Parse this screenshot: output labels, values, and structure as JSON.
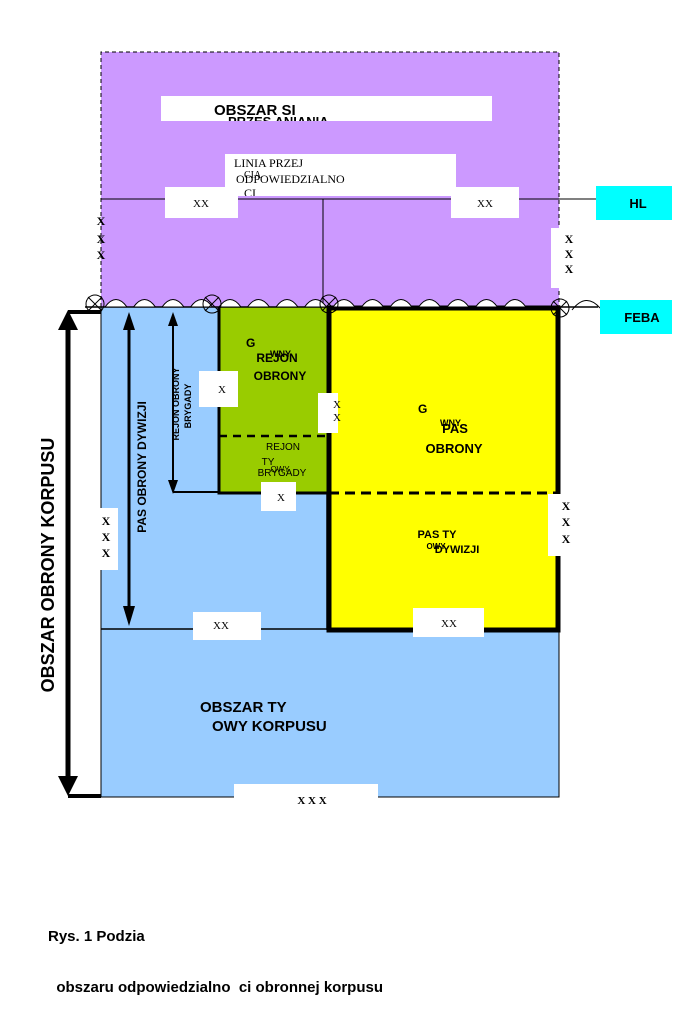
{
  "labels": {
    "top_area_1": "OBSZAR SI",
    "top_area_2": "PRZES  ANIANIA",
    "line_box_1": "LINIA PRZEJ",
    "line_box_1b": "CIA",
    "line_box_2": "ODPOWIEDZIALNO",
    "line_box_3": "CI",
    "hl": "HL",
    "feba": "FEBA",
    "xx": "XX",
    "x": "X",
    "xxx": "X X X",
    "x_letter": "X",
    "corps_side": "OBSZAR  OBRONY  KORPUSU",
    "div_belt": "PAS OBRONY DYWIZJI",
    "brig_area_v1": "REJON OBRONY",
    "brig_area_v2": "BRYGADY",
    "g_brig": "G",
    "g_brig_suffix": "WNY",
    "brig_def_1": "REJON",
    "brig_def_2": "OBRONY",
    "brig_rear_1": "REJON",
    "brig_rear_2": "TY",
    "brig_rear_3": "BRYGADY",
    "brig_rear_3b": "OWY",
    "g_div": "G",
    "g_div_suffix": "WNY",
    "div_def_1": "PAS",
    "div_def_2": "OBRONY",
    "div_rear_1": "PAS TY",
    "div_rear_2": "DYWIZJI",
    "div_rear_2b": "OWY",
    "corps_rear_1": "OBSZAR TY",
    "corps_rear_2": "OWY KORPUSU"
  },
  "caption": {
    "line1": "Rys. 1 Podzia",
    "line2": "  obszaru odpowiedzialno  ci obronnej korpusu"
  },
  "colors": {
    "purple": "#cc99ff",
    "blue": "#99ccff",
    "green": "#99cc00",
    "yellow": "#ffff00",
    "cyan": "#00ffff"
  }
}
